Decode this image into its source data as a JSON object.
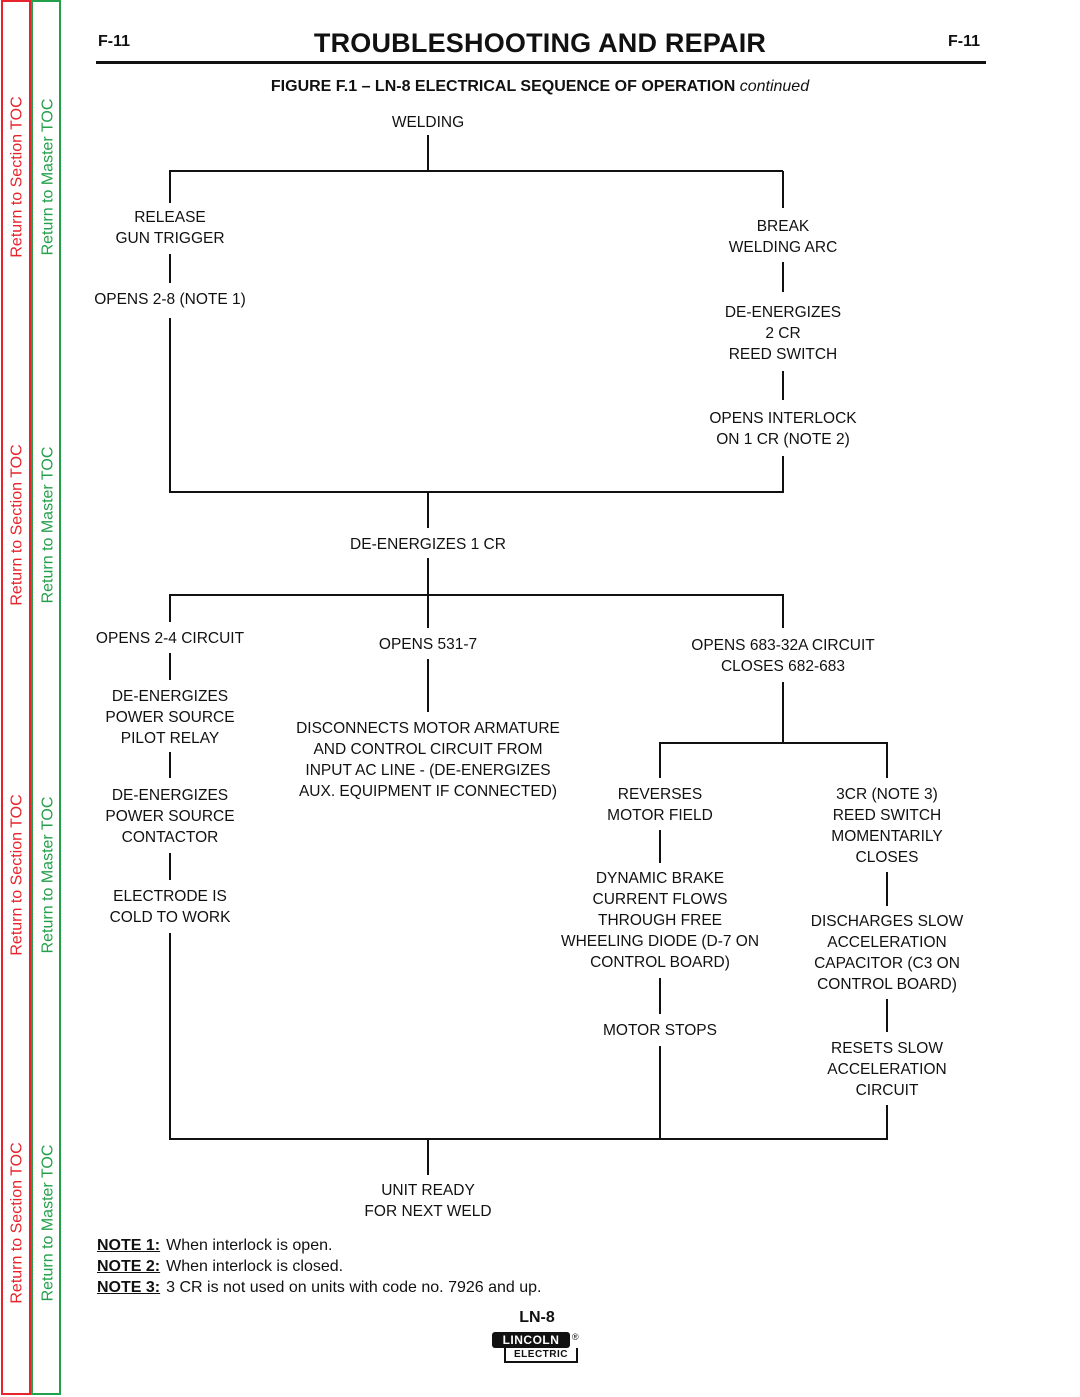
{
  "sidebar": {
    "section_toc": [
      "Return to Section TOC",
      "Return to Section TOC",
      "Return to Section TOC",
      "Return to Section TOC"
    ],
    "master_toc": [
      "Return to Master TOC",
      "Return to Master TOC",
      "Return to Master TOC",
      "Return to Master TOC"
    ],
    "colors": {
      "section": "#e8232b",
      "master": "#22a04a"
    }
  },
  "header": {
    "page_left": "F-11",
    "page_right": "F-11",
    "title": "TROUBLESHOOTING AND REPAIR",
    "figure_title": "FIGURE F.1 – LN-8 ELECTRICAL SEQUENCE OF OPERATION",
    "figure_suffix": "continued"
  },
  "flowchart": {
    "welding": [
      "WELDING"
    ],
    "release_trigger": [
      "RELEASE",
      "GUN TRIGGER"
    ],
    "opens_2_8": [
      "OPENS 2-8 (NOTE 1)"
    ],
    "break_arc": [
      "BREAK",
      "WELDING ARC"
    ],
    "deenergize_2cr": [
      "DE-ENERGIZES",
      "2 CR",
      "REED SWITCH"
    ],
    "opens_interlock": [
      "OPENS INTERLOCK",
      "ON 1 CR (NOTE 2)"
    ],
    "deenergize_1cr": [
      "DE-ENERGIZES 1 CR"
    ],
    "opens_2_4": [
      "OPENS 2-4 CIRCUIT"
    ],
    "deenergize_pilot": [
      "DE-ENERGIZES",
      "POWER SOURCE",
      "PILOT RELAY"
    ],
    "deenergize_contactor": [
      "DE-ENERGIZES",
      "POWER SOURCE",
      "CONTACTOR"
    ],
    "electrode_cold": [
      "ELECTRODE IS",
      "COLD TO WORK"
    ],
    "opens_531": [
      "OPENS 531-7"
    ],
    "disconnects_motor": [
      "DISCONNECTS MOTOR ARMATURE",
      "AND CONTROL CIRCUIT FROM",
      "INPUT AC LINE - (DE-ENERGIZES",
      "AUX. EQUIPMENT IF CONNECTED)"
    ],
    "opens_683": [
      "OPENS 683-32A CIRCUIT",
      "CLOSES 682-683"
    ],
    "reverses_field": [
      "REVERSES",
      "MOTOR FIELD"
    ],
    "dynamic_brake": [
      "DYNAMIC BRAKE",
      "CURRENT FLOWS",
      "THROUGH FREE",
      "WHEELING DIODE (D-7 ON",
      "CONTROL BOARD)"
    ],
    "motor_stops": [
      "MOTOR STOPS"
    ],
    "reed_3cr": [
      "3CR (NOTE 3)",
      "REED SWITCH",
      "MOMENTARILY",
      "CLOSES"
    ],
    "discharges_slow": [
      "DISCHARGES SLOW",
      "ACCELERATION",
      "CAPACITOR (C3 ON",
      "CONTROL BOARD)"
    ],
    "resets_slow": [
      "RESETS SLOW",
      "ACCELERATION",
      "CIRCUIT"
    ],
    "unit_ready": [
      "UNIT READY",
      "FOR NEXT WELD"
    ]
  },
  "notes": [
    {
      "label": "NOTE 1:",
      "text": "When interlock is open."
    },
    {
      "label": "NOTE 2:",
      "text": "When interlock is closed."
    },
    {
      "label": "NOTE 3:",
      "text": "3 CR is not used on units with code no. 7926 and up."
    }
  ],
  "footer": {
    "model": "LN-8",
    "logo_top": "LINCOLN",
    "logo_bottom": "ELECTRIC",
    "logo_reg": "®"
  }
}
